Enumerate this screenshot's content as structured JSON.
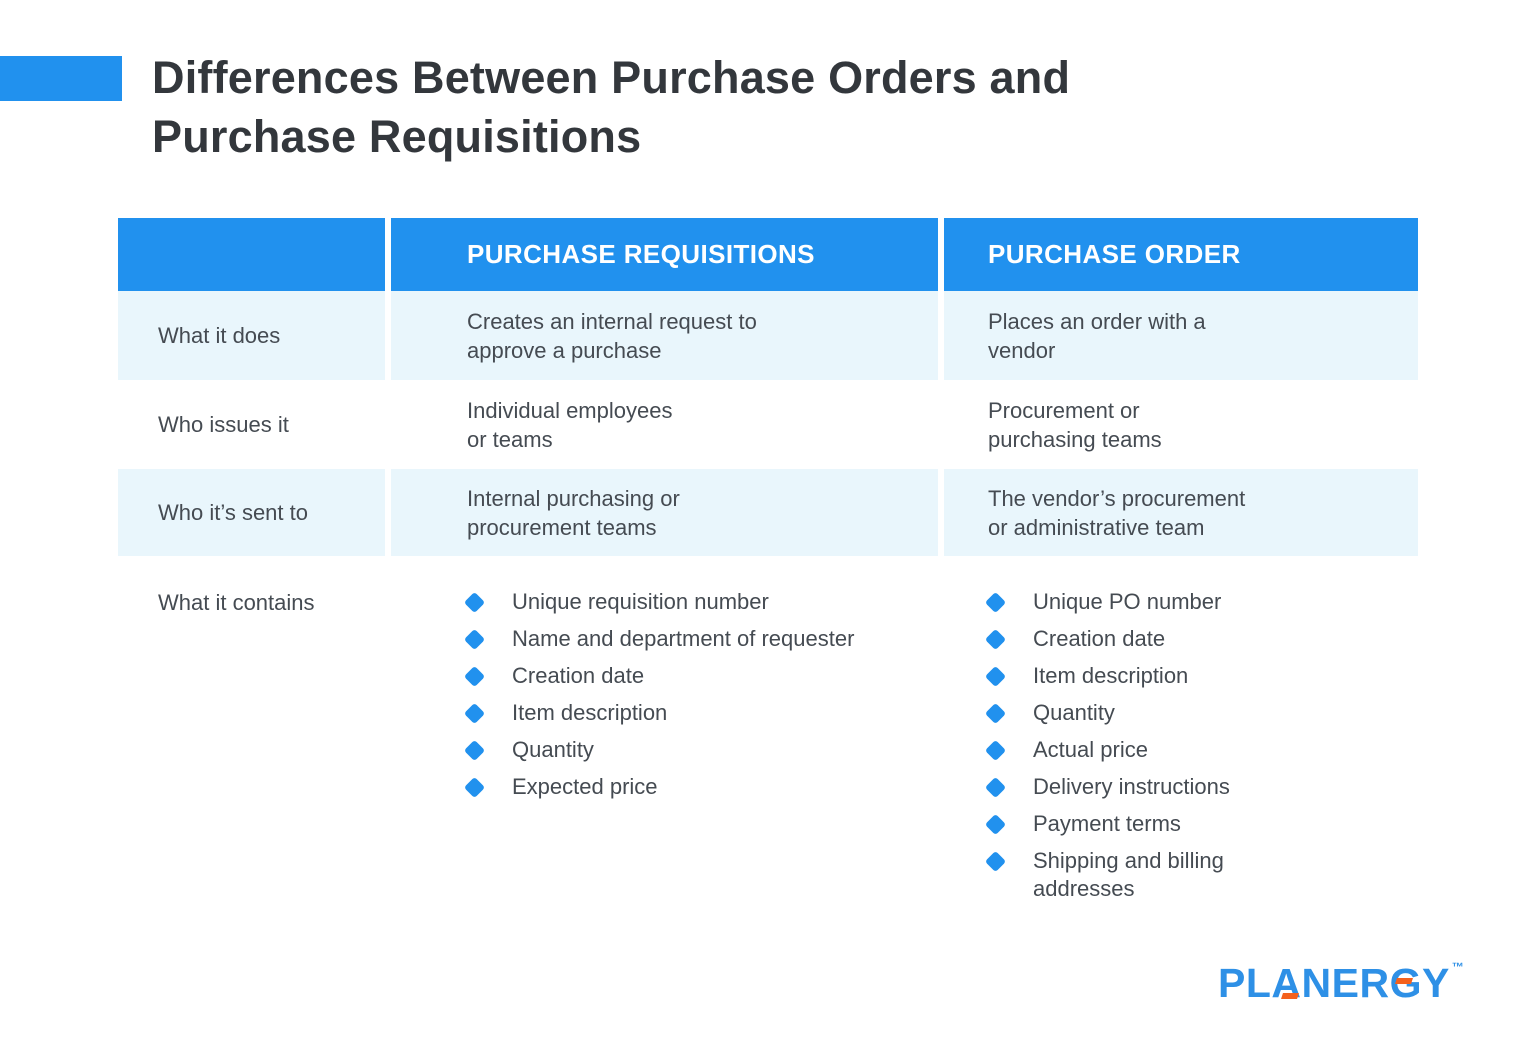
{
  "title": "Differences Between Purchase Orders and\nPurchase Requisitions",
  "colors": {
    "accent_blue": "#2191EE",
    "row_light_blue": "#E9F6FC",
    "title_text": "#33373C",
    "body_text": "#454B52",
    "logo_blue": "#2E90E6",
    "logo_orange": "#F4611D"
  },
  "table": {
    "col_headers": {
      "requisitions": "PURCHASE REQUISITIONS",
      "order": "PURCHASE ORDER"
    },
    "rows": [
      {
        "label": "What it does",
        "requisitions": "Creates an internal request to\napprove a purchase",
        "order": "Places an order with a\nvendor"
      },
      {
        "label": "Who issues it",
        "requisitions": "Individual employees\nor teams",
        "order": "Procurement or\npurchasing teams"
      },
      {
        "label": "Who it’s sent to",
        "requisitions": "Internal purchasing or\nprocurement teams",
        "order": "The vendor’s procurement\nor administrative team"
      }
    ],
    "contains": {
      "label": "What it contains",
      "requisitions_items": [
        "Unique requisition number",
        "Name and department of requester",
        "Creation date",
        "Item description",
        "Quantity",
        "Expected price"
      ],
      "order_items": [
        "Unique PO number",
        "Creation date",
        "Item description",
        "Quantity",
        "Actual price",
        "Delivery instructions",
        "Payment terms",
        "Shipping and billing\naddresses"
      ]
    }
  },
  "logo": {
    "text": "PLANERGY",
    "trademark": "™"
  }
}
